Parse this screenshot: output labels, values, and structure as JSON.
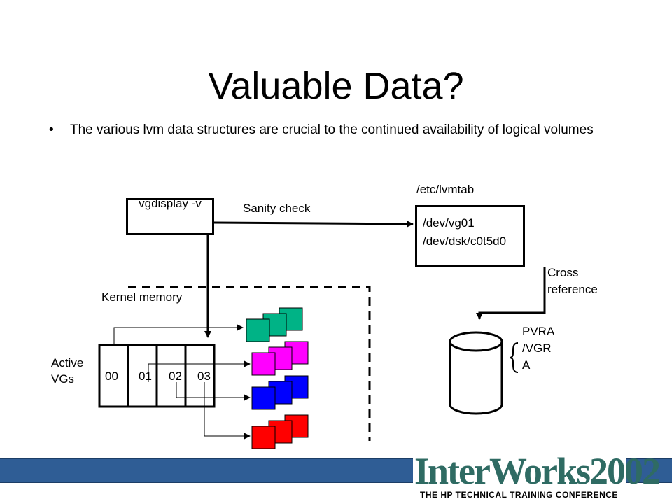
{
  "slide": {
    "title": "Valuable Data?",
    "bullet_marker": "•",
    "bullet": "The various lvm data structures are crucial to the continued availability of logical volumes"
  },
  "diagram": {
    "vgdisplay_label": "vgdisplay -v",
    "sanity_check": "Sanity check",
    "lvmtab_title": "/etc/lvmtab",
    "lvmtab_lines": [
      "/dev/vg01",
      "/dev/dsk/c0t5d0"
    ],
    "cross_reference": [
      "Cross",
      "reference"
    ],
    "kernel_memory": "Kernel memory",
    "active_vgs": [
      "Active",
      "VGs"
    ],
    "vg_numbers": [
      "00",
      "01",
      "02",
      "03"
    ],
    "pvra_vgra": [
      "PVRA",
      "/VGR",
      "A"
    ],
    "square_colors": [
      "#00b386",
      "#ff00ff",
      "#0000ff",
      "#ff0000"
    ]
  },
  "footer": {
    "brand": "InterWorks2002",
    "tagline": "THE HP TECHNICAL TRAINING CONFERENCE",
    "bar_color": "#2f5d95"
  }
}
